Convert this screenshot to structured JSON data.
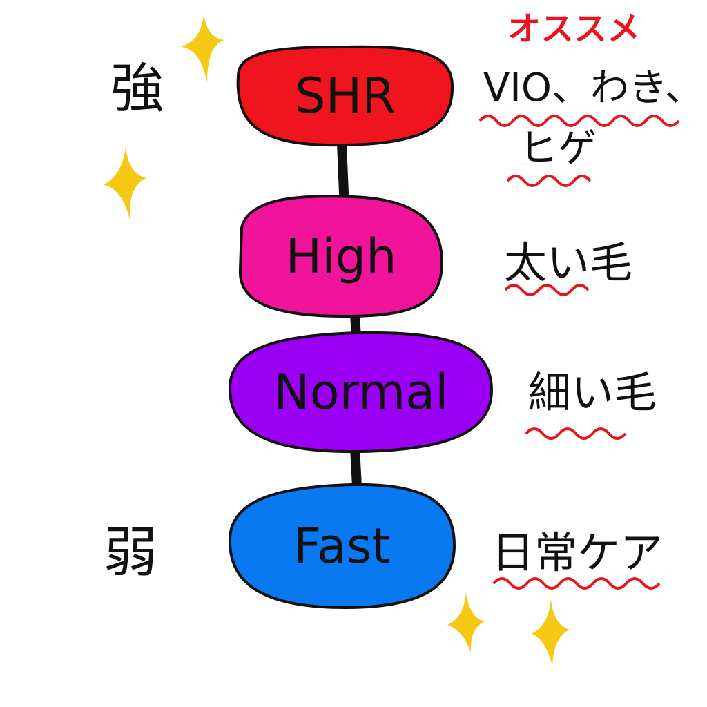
{
  "scale": {
    "strong": "強",
    "weak": "弱"
  },
  "levels": [
    {
      "label": "SHR",
      "color": "#f0141e"
    },
    {
      "label": "High",
      "color": "#f0149b"
    },
    {
      "label": "Normal",
      "color": "#9b00f5"
    },
    {
      "label": "Fast",
      "color": "#0a78f0"
    }
  ],
  "recommend": {
    "title": "オススメ",
    "shr_line1": "VIO、わき、",
    "shr_line2": "ヒゲ",
    "high": "太い毛",
    "normal": "細い毛",
    "fast": "日常ケア"
  },
  "colors": {
    "underline": "#e8141e",
    "sparkle": "#f5c814",
    "connector": "#111111"
  }
}
